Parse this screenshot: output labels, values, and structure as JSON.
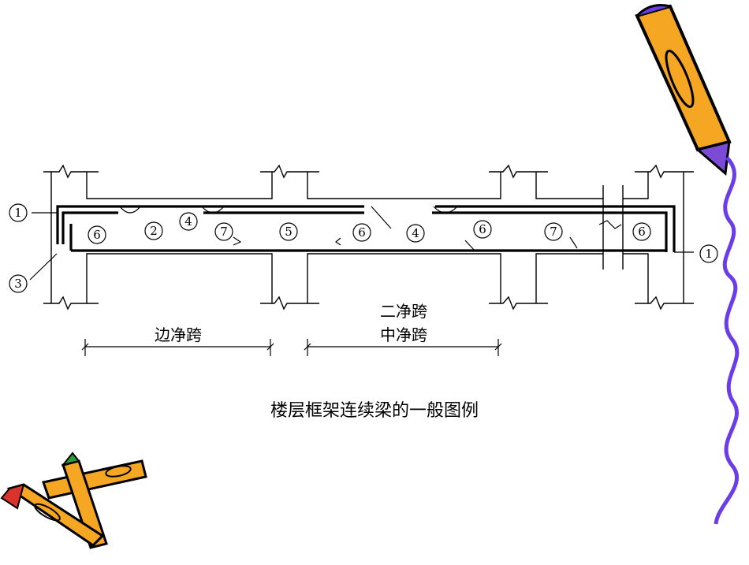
{
  "diagram": {
    "caption": "楼层框架连续梁的一般图例",
    "markers": {
      "m1_left": "1",
      "m1_right": "1",
      "m2": "2",
      "m3": "3",
      "m4_a": "4",
      "m4_b": "4",
      "m5": "5",
      "m6_a": "6",
      "m6_b": "6",
      "m6_c": "6",
      "m6_d": "6",
      "m7_a": "7",
      "m7_b": "7"
    },
    "span_labels": {
      "edge": "边净跨",
      "second": "二净跨",
      "middle": "中净跨"
    }
  },
  "colors": {
    "line": "#000000",
    "crayon_body": "#f5a623",
    "crayon_green": "#2e9b3a",
    "crayon_red": "#d9342b",
    "squiggle": "#6a3de8"
  }
}
